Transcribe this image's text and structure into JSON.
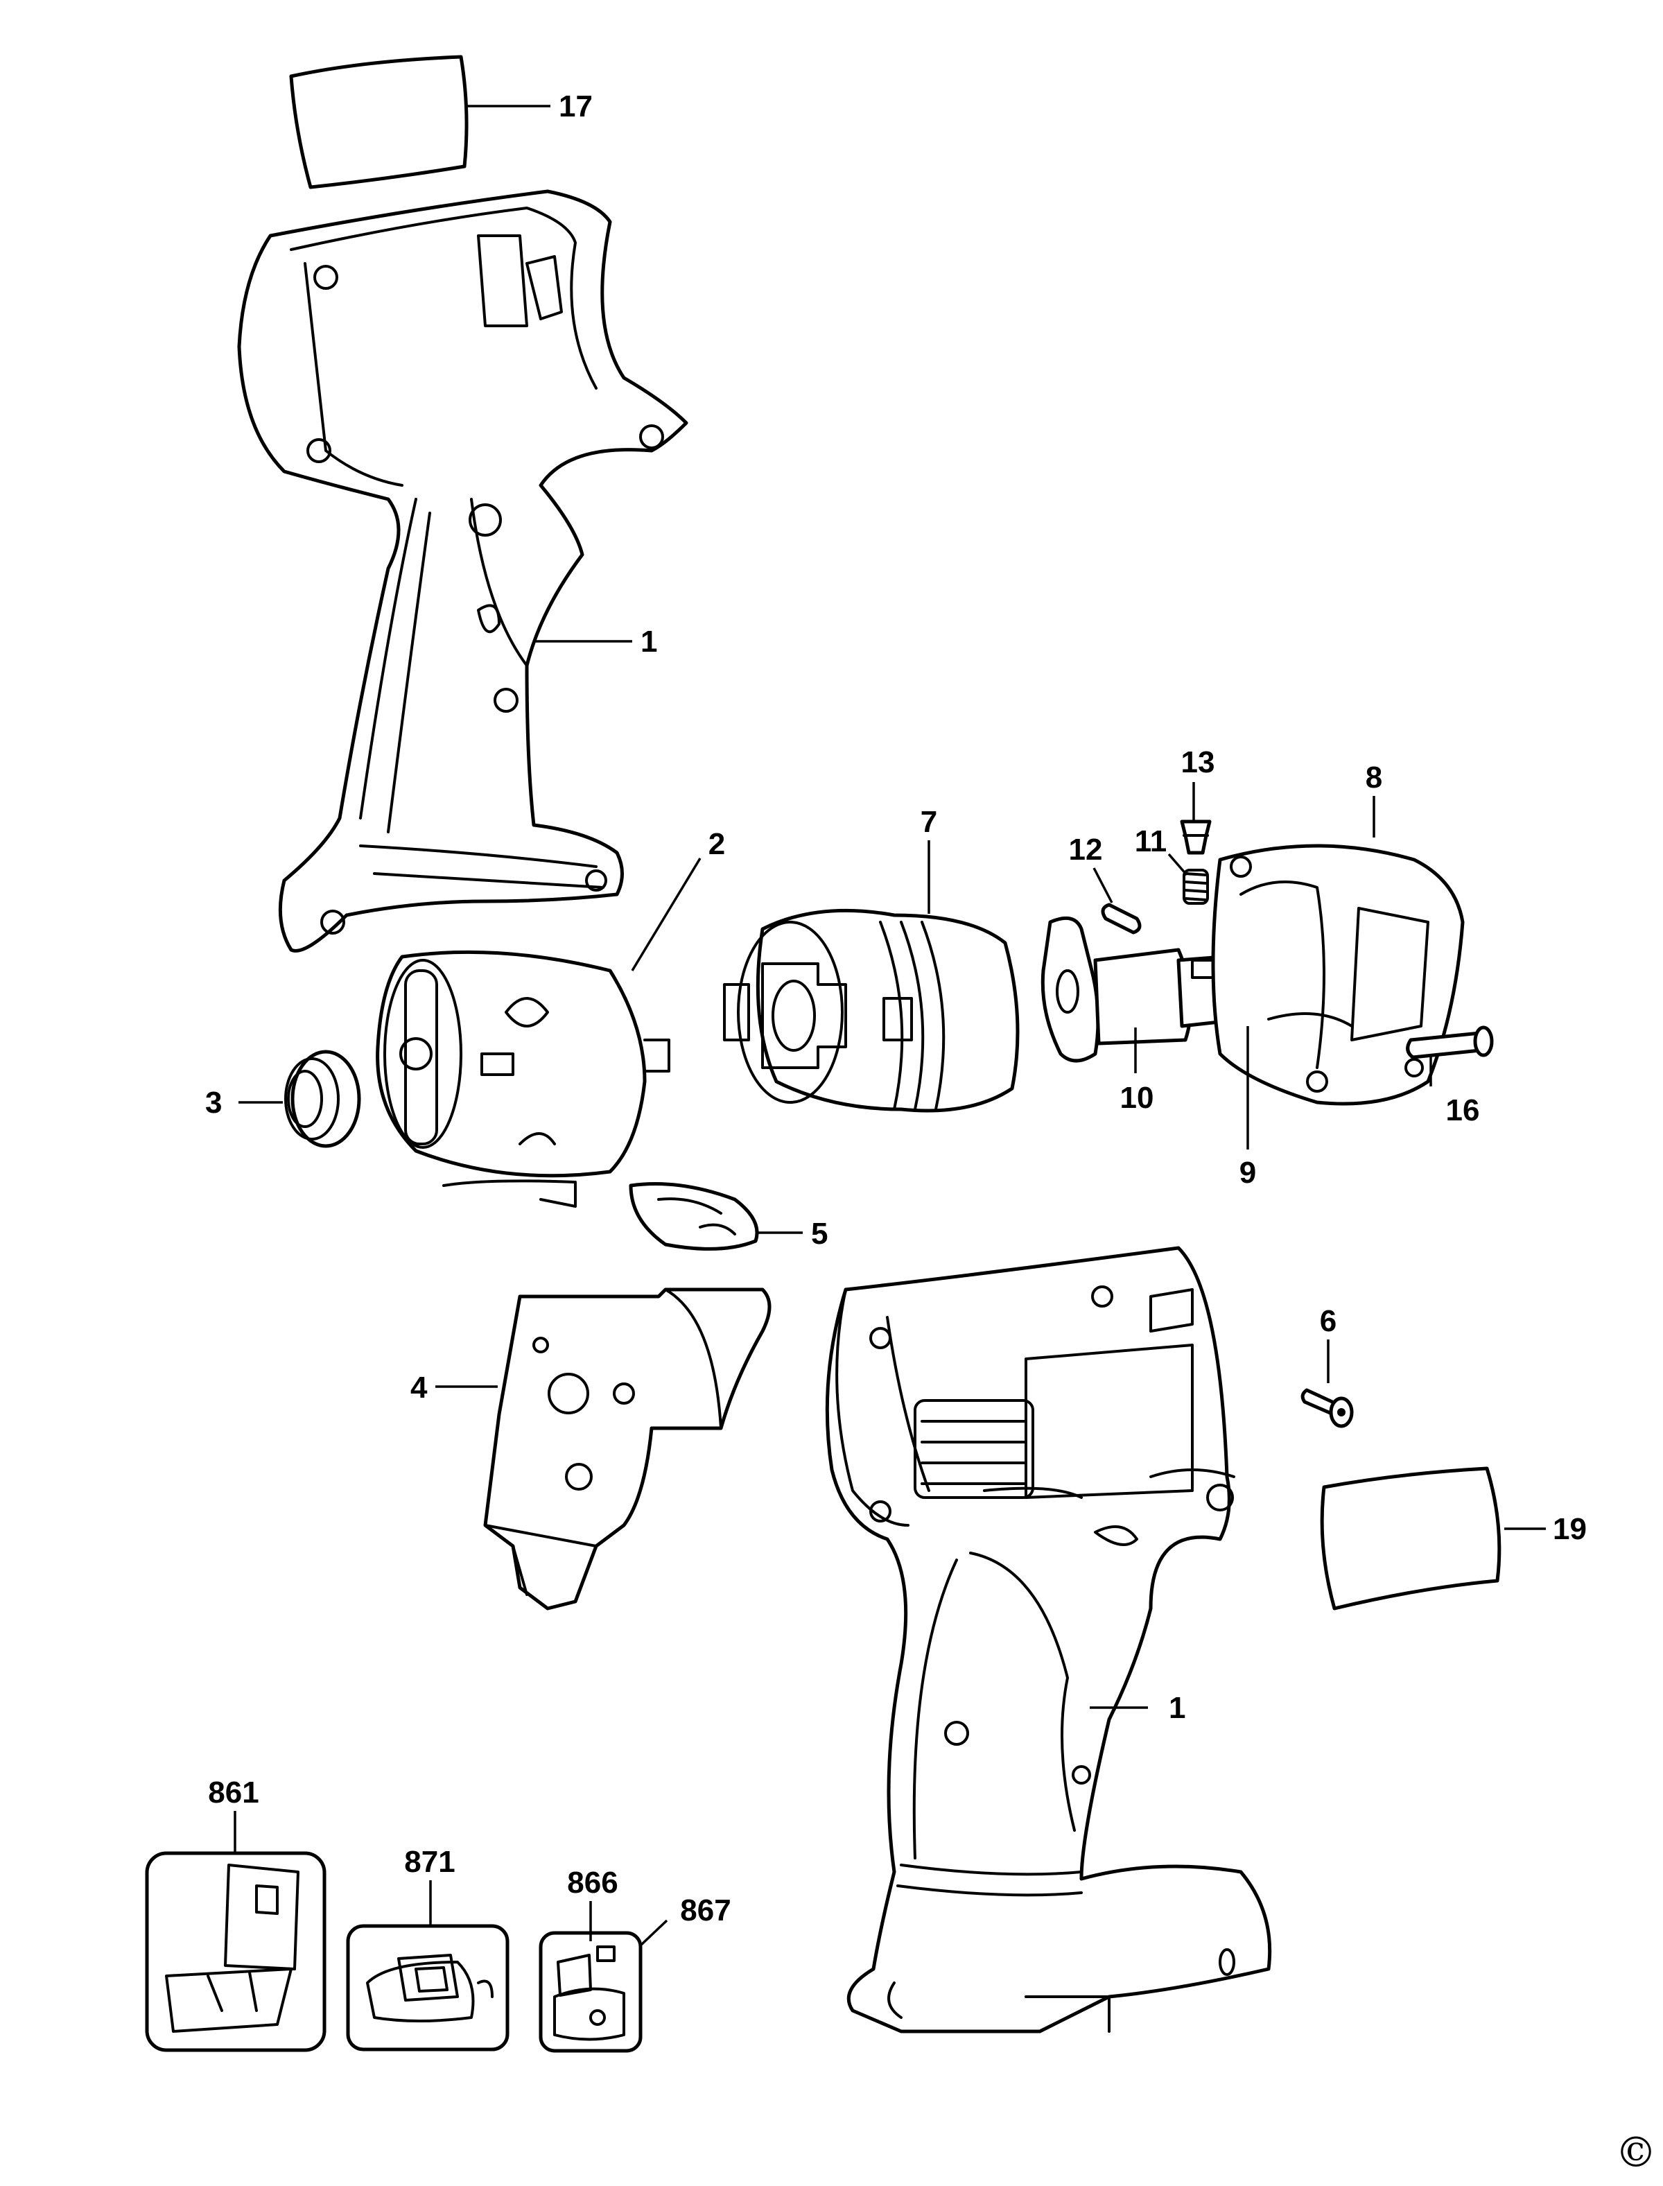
{
  "callouts": [
    {
      "id": "17",
      "label": "17"
    },
    {
      "id": "1a",
      "label": "1"
    },
    {
      "id": "2",
      "label": "2"
    },
    {
      "id": "3",
      "label": "3"
    },
    {
      "id": "4",
      "label": "4"
    },
    {
      "id": "5",
      "label": "5"
    },
    {
      "id": "6",
      "label": "6"
    },
    {
      "id": "7",
      "label": "7"
    },
    {
      "id": "8",
      "label": "8"
    },
    {
      "id": "9",
      "label": "9"
    },
    {
      "id": "10",
      "label": "10"
    },
    {
      "id": "11",
      "label": "11"
    },
    {
      "id": "12",
      "label": "12"
    },
    {
      "id": "13",
      "label": "13"
    },
    {
      "id": "16",
      "label": "16"
    },
    {
      "id": "19",
      "label": "19"
    },
    {
      "id": "1b",
      "label": "1"
    },
    {
      "id": "861",
      "label": "861"
    },
    {
      "id": "871",
      "label": "871"
    },
    {
      "id": "866",
      "label": "866"
    },
    {
      "id": "867",
      "label": "867"
    }
  ],
  "copyright_symbol": "©"
}
